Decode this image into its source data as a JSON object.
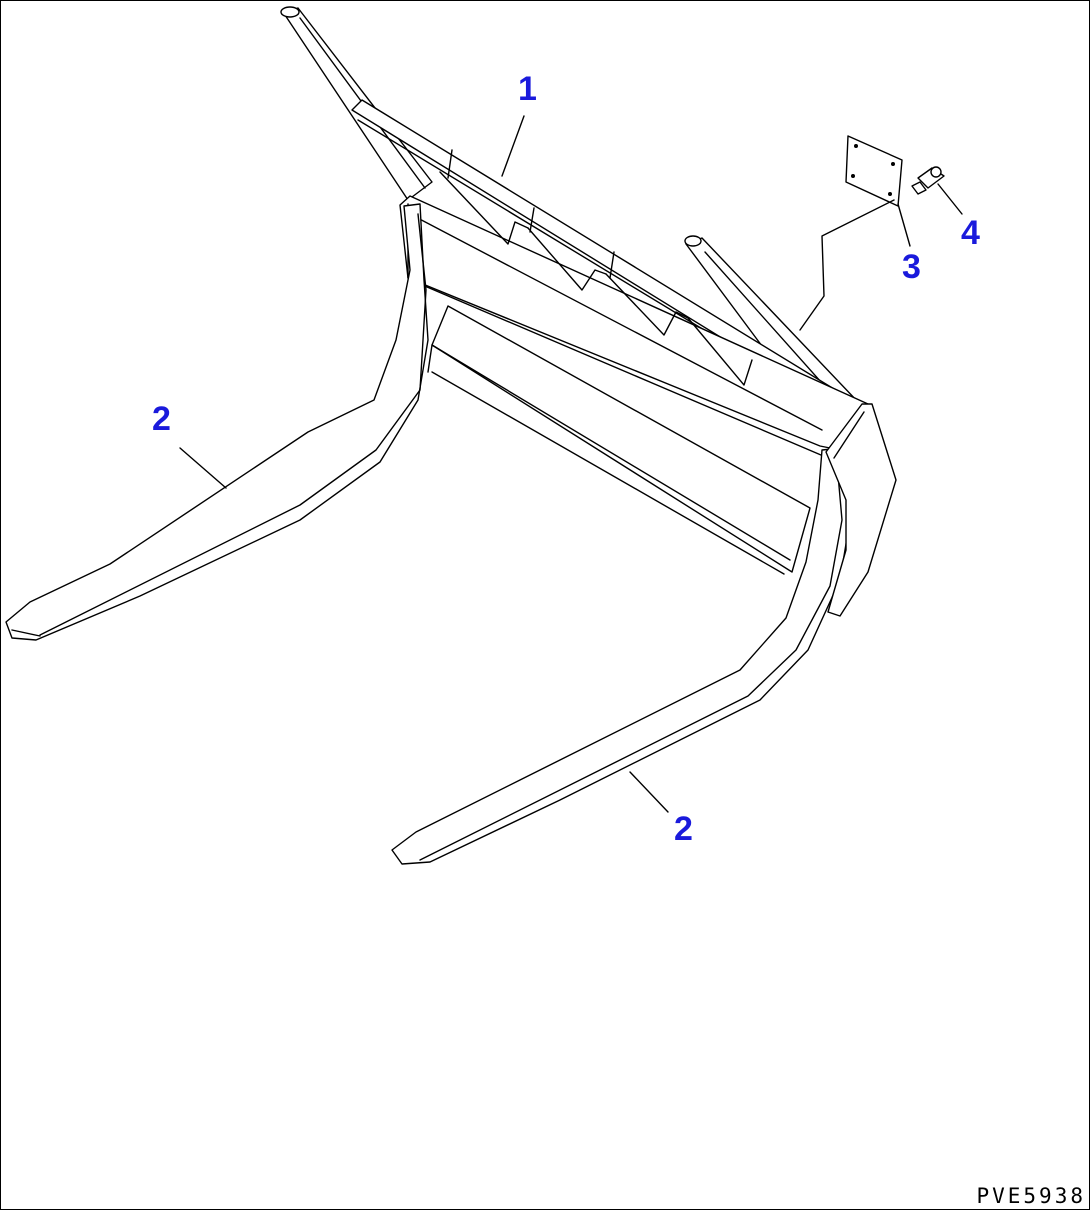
{
  "figure": {
    "drawing_code": "PVE5938",
    "callouts": {
      "frame": "1",
      "fork_left": "2",
      "fork_right": "2",
      "plate": "3",
      "bolt": "4"
    }
  },
  "colors": {
    "callout": "#1a1adc",
    "line": "#000000",
    "background": "#ffffff"
  }
}
